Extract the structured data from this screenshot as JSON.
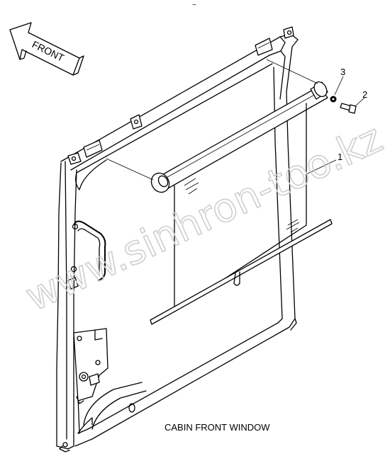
{
  "diagram": {
    "caption": "CABIN FRONT WINDOW",
    "direction_label": "FRONT",
    "top_mark": "~",
    "callouts": [
      {
        "id": "part-1",
        "number": "1"
      },
      {
        "id": "part-2",
        "number": "2"
      },
      {
        "id": "part-3",
        "number": "3"
      }
    ],
    "watermark": "www.sinhron-too.kz"
  }
}
